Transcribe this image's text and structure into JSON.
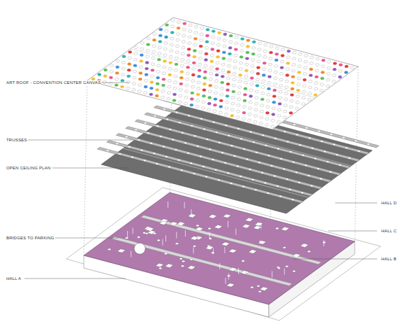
{
  "diagram": {
    "labels": [
      "ART ROOF - CONVENTION CENTER CANVAS",
      "TRUSSES",
      "OPEN CEILING PLAN",
      "BRIDGES TO PARKING",
      "HALL A",
      "HALL D",
      "HALL C",
      "HALL B"
    ]
  }
}
